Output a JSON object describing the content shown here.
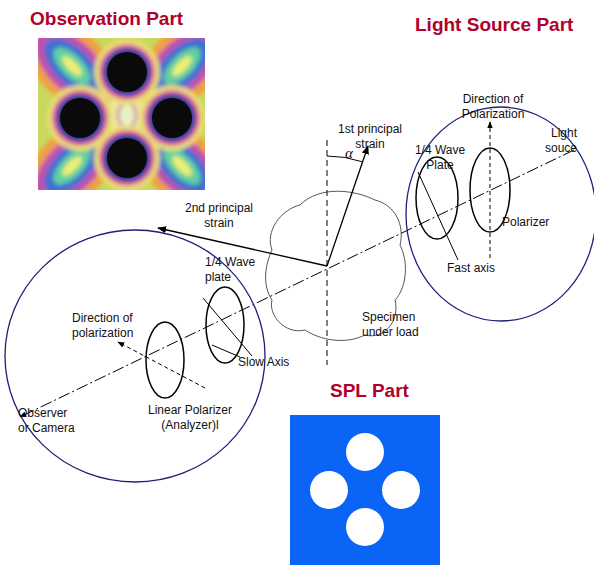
{
  "diagram": {
    "nodes": [
      {
        "text": [
          "Observation Part"
        ]
      },
      {
        "text": [
          "Light Source Part",
          "Direction of Polarization",
          "Light souce",
          "1/4 Wave Plate",
          "Polarizer",
          "Fast axis"
        ]
      },
      {
        "text": [
          "1/4 Wave plate",
          "Direction of polarization",
          "Slow Axis",
          "Linear Polarizer (Analyzer)l",
          "Observer or Camera"
        ]
      },
      {
        "text": [
          "SPL Part"
        ]
      }
    ],
    "labels": [
      "1st principal strain",
      "α",
      "2nd principal strain",
      "Specimen under load"
    ]
  }
}
